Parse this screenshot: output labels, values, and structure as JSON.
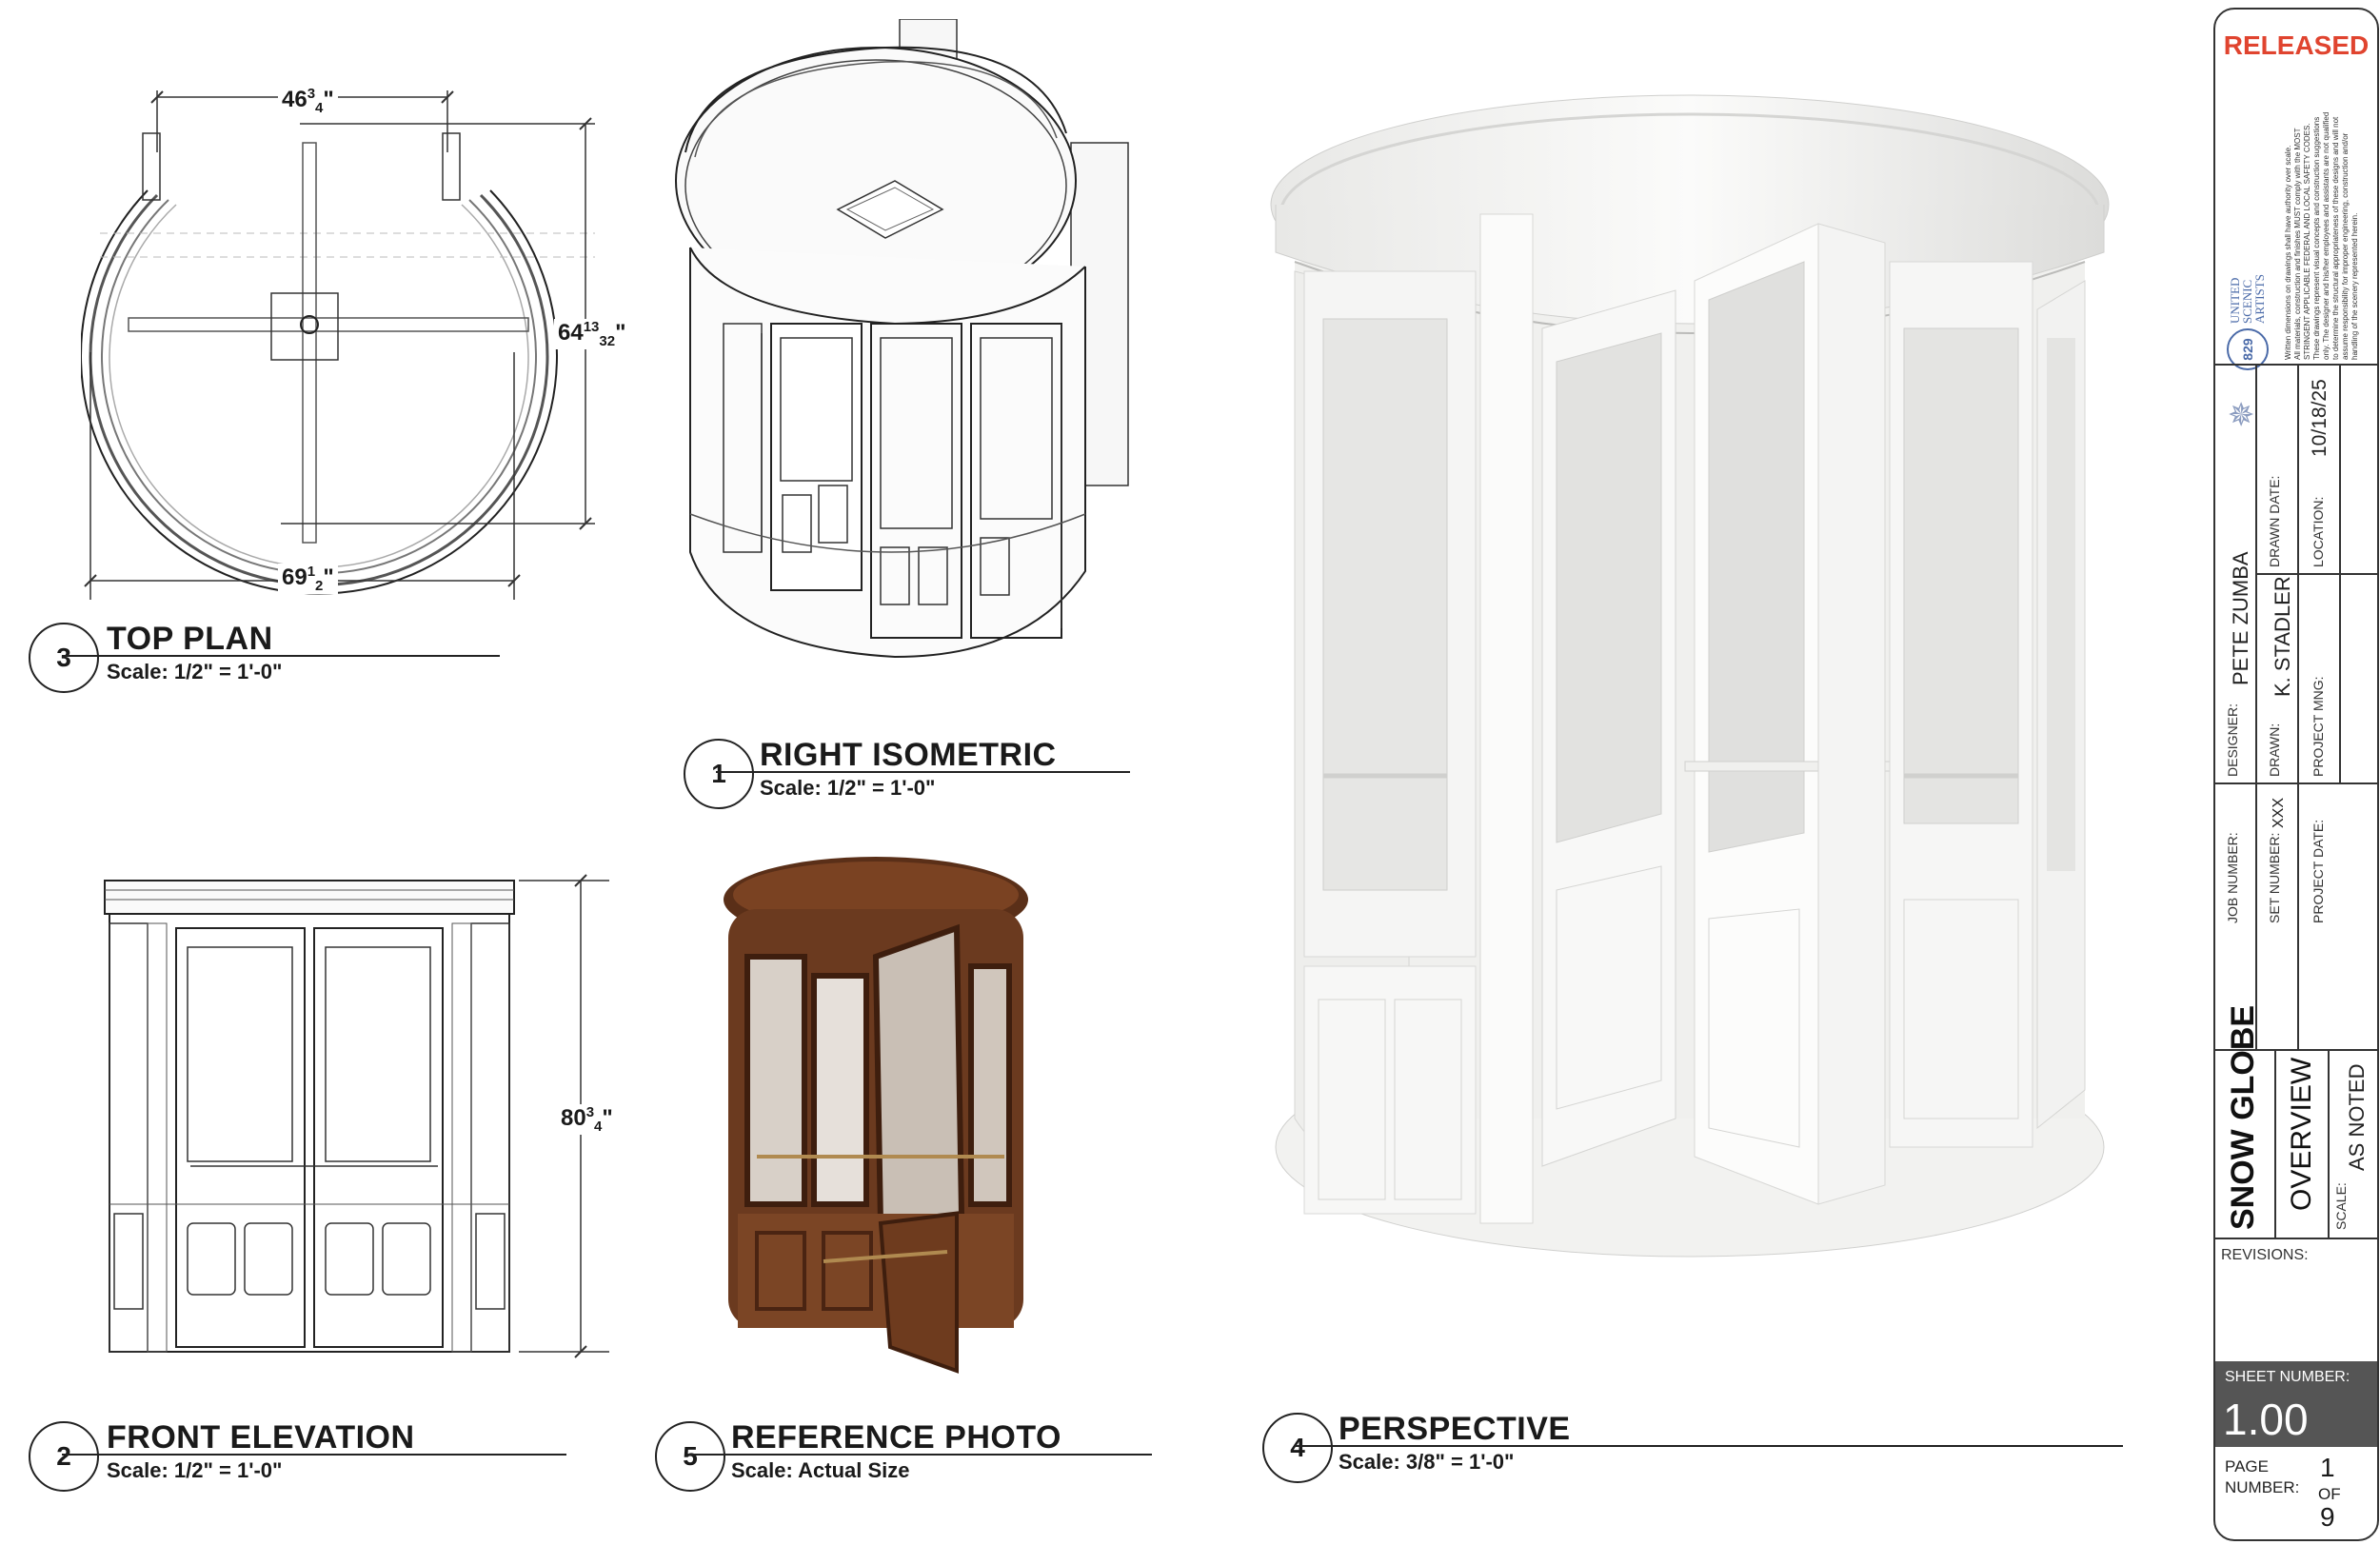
{
  "views": [
    {
      "number": "3",
      "title": "TOP PLAN",
      "scale": "Scale: 1/2\" = 1'-0\""
    },
    {
      "number": "1",
      "title": "RIGHT ISOMETRIC",
      "scale": "Scale: 1/2\" = 1'-0\""
    },
    {
      "number": "2",
      "title": "FRONT ELEVATION",
      "scale": "Scale: 1/2\" = 1'-0\""
    },
    {
      "number": "5",
      "title": "REFERENCE PHOTO",
      "scale": "Scale: Actual Size"
    },
    {
      "number": "4",
      "title": "PERSPECTIVE",
      "scale": "Scale: 3/8\" = 1'-0\""
    }
  ],
  "dimensions": {
    "top_width": {
      "whole": "46",
      "num": "3",
      "den": "4"
    },
    "depth": {
      "whole": "64",
      "num": "13",
      "den": "32"
    },
    "overall_width": {
      "whole": "69",
      "num": "1",
      "den": "2"
    },
    "height": {
      "whole": "80",
      "num": "3",
      "den": "4"
    }
  },
  "title_block": {
    "status": "RELEASED",
    "status_color": "#e0442f",
    "logo_text": [
      "UNITED",
      "SCENIC",
      "ARTISTS"
    ],
    "logo_badge": "829",
    "disclaimer": [
      "Written dimensions on drawings shall have authority over scale.",
      "All materials, construction and finishes MUST comply with the MOST",
      "STRINGENT APPLICABLE FEDERAL AND LOCAL SAFETY CODES.",
      "These drawings represent visual concepts and construction suggestions",
      "only. The designer and his/her employees and assistants are not qualified",
      "to determine the structural appropriateness of these designs and will not",
      "assume responsibility for improper engineering, construction and/or",
      "handling of the scenery represented herein."
    ],
    "designer_label": "DESIGNER:",
    "designer": "PETE ZUMBA",
    "drawn_label": "DRAWN:",
    "drawn": "K. STADLER",
    "project_mng_label": "PROJECT MNG:",
    "drawn_date_label": "DRAWN DATE:",
    "drawn_date": "10/18/25",
    "location_label": "LOCATION:",
    "job_number_label": "JOB NUMBER:",
    "set_number_label": "SET NUMBER:",
    "set_number": "XXX",
    "project_date_label": "PROJECT DATE:",
    "project_name": "SNOW GLOBE",
    "sheet_title": "OVERVIEW",
    "scale_label": "SCALE:",
    "scale_value": "AS NOTED",
    "revisions_label": "REVISIONS:",
    "sheet_number_label": "SHEET NUMBER:",
    "sheet_number": "1.00",
    "page_label_1": "PAGE",
    "page_label_2": "NUMBER:",
    "page_current": "1",
    "page_of": "OF",
    "page_total": "9"
  }
}
